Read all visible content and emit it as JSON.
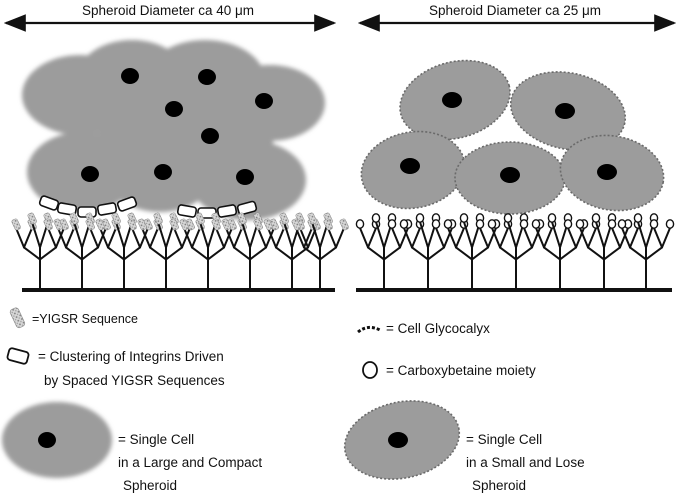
{
  "header": {
    "left_title": "Spheroid Diameter ca 40 μm",
    "right_title": "Spheroid Diameter ca 25 μm"
  },
  "legend": {
    "yigsr": "=YIGSR Sequence",
    "clustering_line1": "= Clustering of Integrins Driven",
    "clustering_line2": "by Spaced YIGSR Sequences",
    "single_cell_large_line1": "= Single Cell",
    "single_cell_large_line2": "in a Large and Compact",
    "single_cell_large_line3": "Spheroid",
    "glycocalyx": "= Cell Glycocalyx",
    "carboxybetaine": "= Carboxybetaine moiety",
    "single_cell_small_line1": "= Single Cell",
    "single_cell_small_line2": "in a Small and Lose",
    "single_cell_small_line3": "Spheroid"
  },
  "colors": {
    "cell_fill": "#9c9c9c",
    "nucleus": "#000000",
    "glycocalyx_edge": "#6a6a6a",
    "ink": "#111111"
  }
}
